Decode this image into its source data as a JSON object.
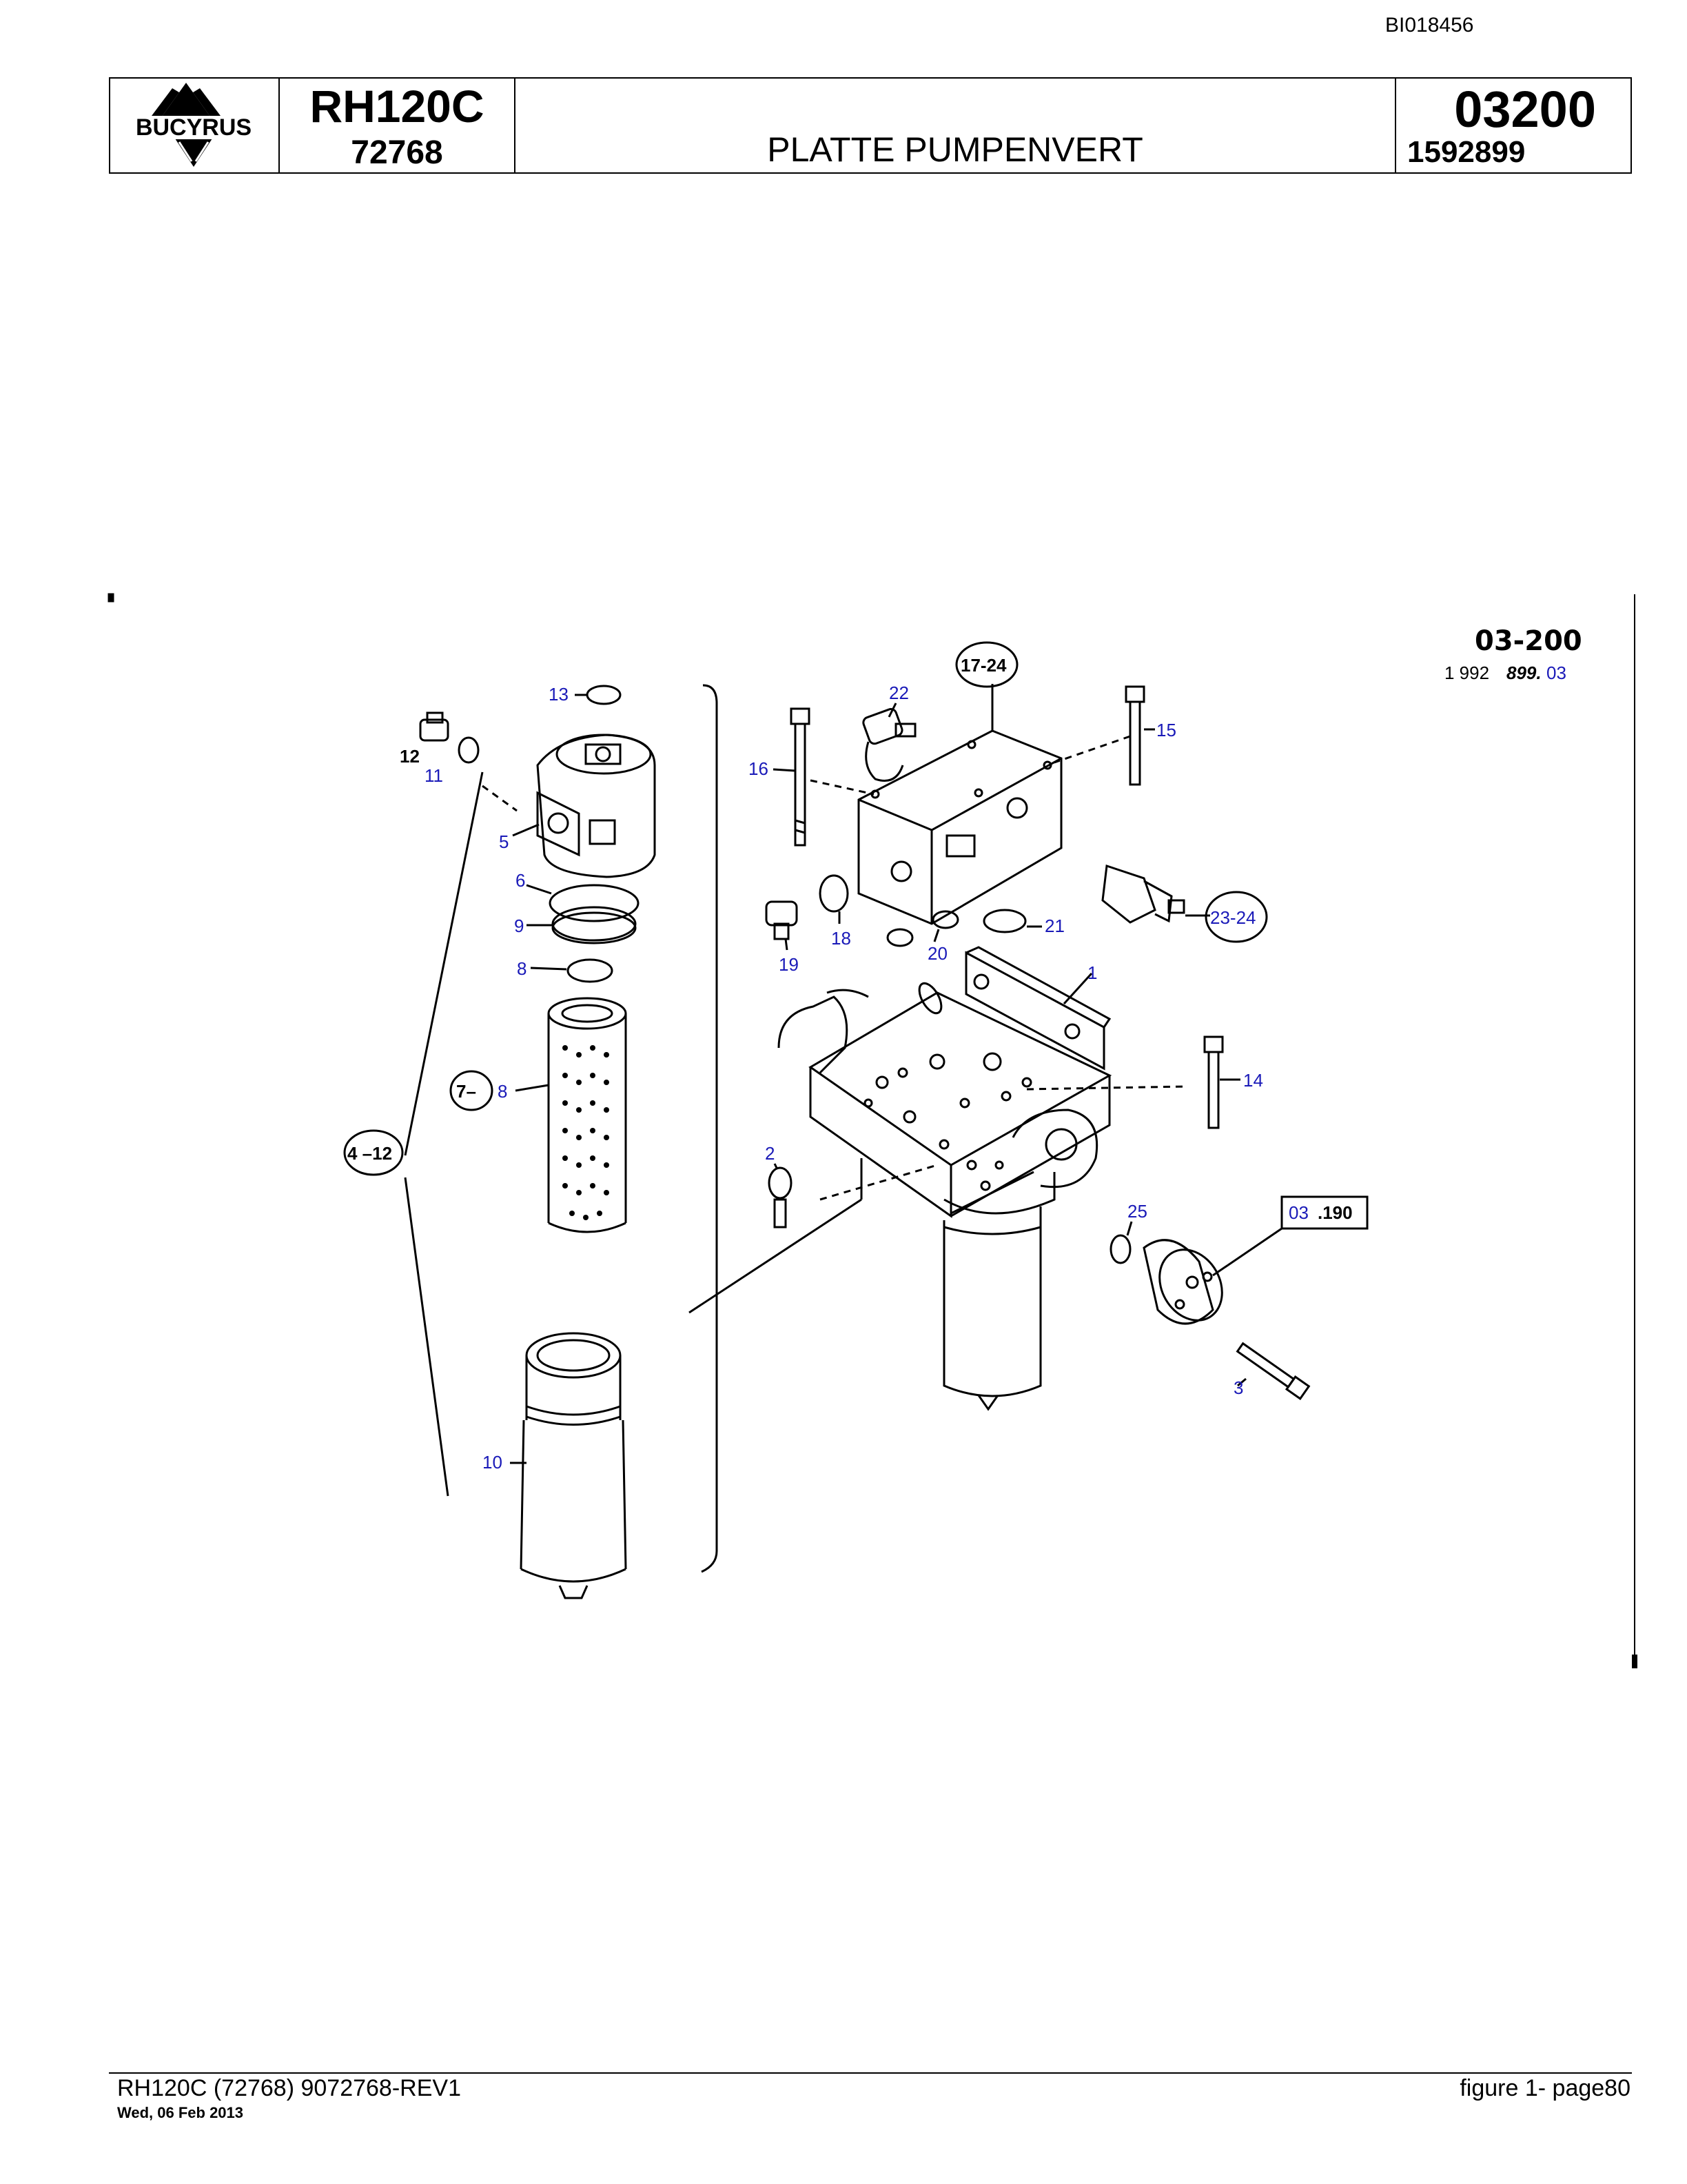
{
  "document": {
    "id": "BI018456"
  },
  "header": {
    "logo_text": "BUCYRUS",
    "model_name": "RH120C",
    "model_number": "72768",
    "title": "PLATTE PUMPENVERT",
    "group_code": "03200",
    "part_number": "1592899"
  },
  "drawing": {
    "ref_code": "03-200",
    "ref_sub_prefix": "1  992",
    "ref_sub_bold": "899.",
    "ref_sub_suffix": "03",
    "labels": {
      "p1": "1",
      "p2": "2",
      "p3": "3",
      "p5": "5",
      "p6": "6",
      "p8": "8",
      "p9": "9",
      "p10": "10",
      "p11": "11",
      "p12": "12",
      "p13": "13",
      "p14": "14",
      "p15": "15",
      "p16": "16",
      "p18": "18",
      "p19": "19",
      "p20": "20",
      "p21": "21",
      "p22": "22",
      "p25": "25"
    },
    "group_labels": {
      "g17_24": "17-24",
      "g23_24": "23-24",
      "g7_8_prefix": "7–",
      "g7_8_suffix": "8",
      "g4_12": "4 –12"
    },
    "crossref": {
      "prefix": "03",
      "suffix": ".190"
    }
  },
  "footer": {
    "doc_ref": "RH120C (72768) 9072768-REV1",
    "date": "Wed, 06 Feb 2013",
    "page": "figure  1- page80"
  }
}
